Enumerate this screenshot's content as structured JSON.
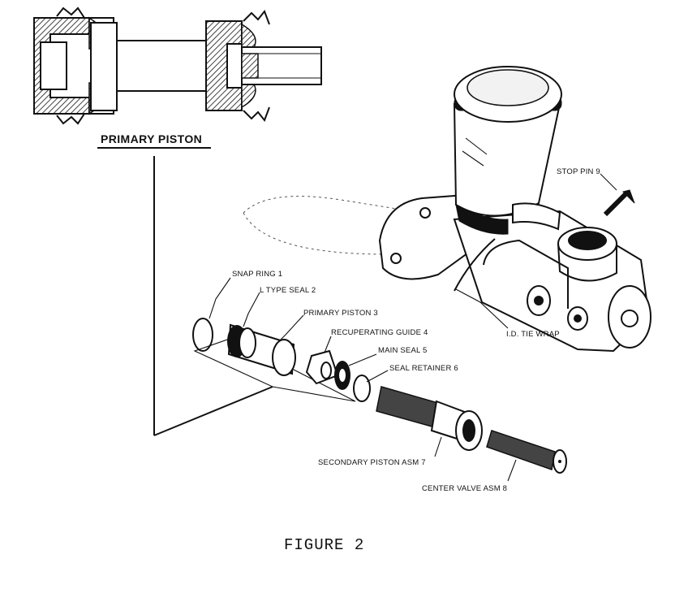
{
  "section_title": "PRIMARY PISTON",
  "figure_caption": "FIGURE 2",
  "parts": {
    "snap_ring": "SNAP RING 1",
    "l_type_seal": "L TYPE SEAL 2",
    "primary_piston": "PRIMARY PISTON 3",
    "recuperating_guide": "RECUPERATING GUIDE 4",
    "main_seal": "MAIN SEAL 5",
    "seal_retainer": "SEAL RETAINER 6",
    "secondary_piston": "SECONDARY PISTON ASM 7",
    "center_valve": "CENTER VALVE ASM 8",
    "stop_pin": "STOP PIN 9",
    "tie_wrap": "I.D. TIE WRAP"
  }
}
